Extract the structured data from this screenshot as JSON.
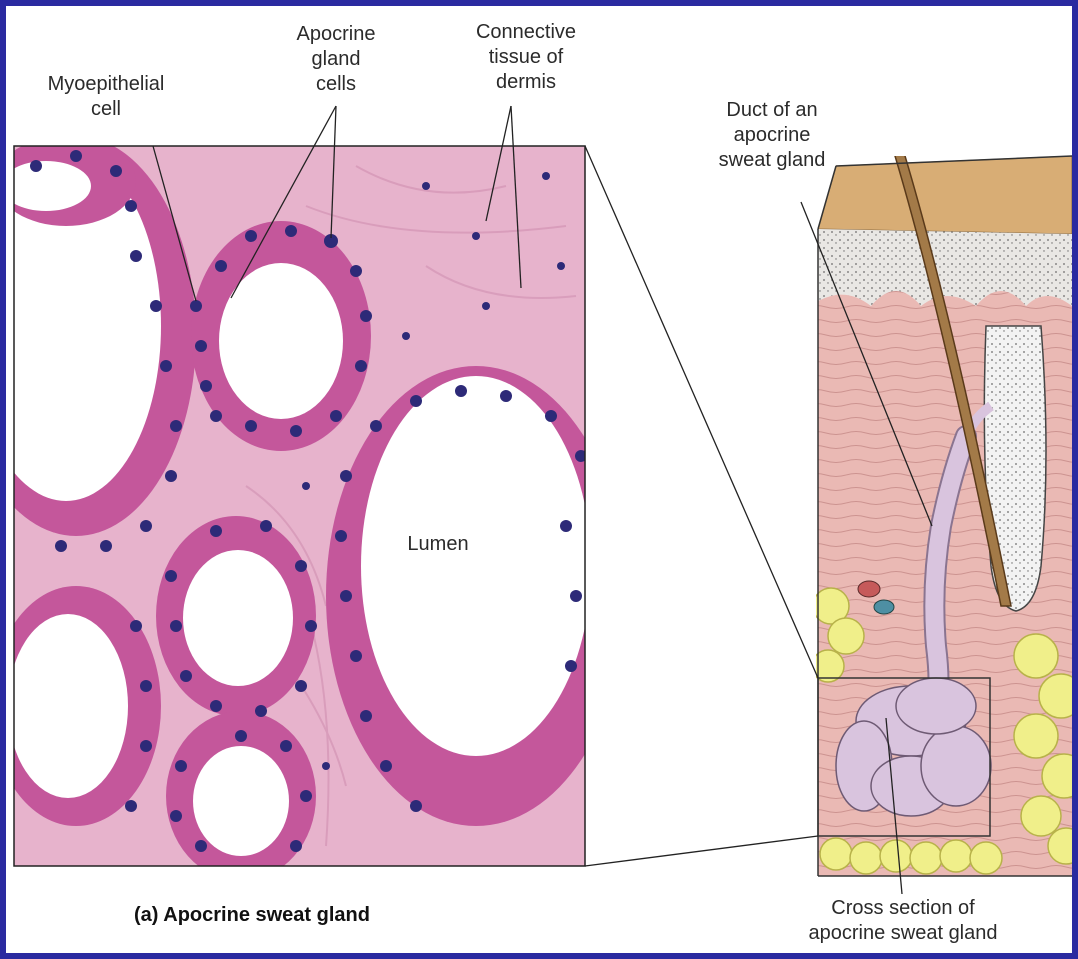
{
  "labels": {
    "myoepithelial": [
      "Myoepithelial",
      "cell"
    ],
    "apocrine_cells": [
      "Apocrine",
      "gland",
      "cells"
    ],
    "connective": [
      "Connective",
      "tissue of",
      "dermis"
    ],
    "duct": [
      "Duct of an",
      "apocrine",
      "sweat gland"
    ],
    "lumen": "Lumen",
    "cross_section": [
      "Cross section of",
      "apocrine sweat gland"
    ]
  },
  "caption": "(a) Apocrine sweat gland",
  "colors": {
    "frame": "#2a2aa0",
    "tissue_bg": "#e9b6cf",
    "epithelium": "#c0539a",
    "nuclei": "#2d2a78",
    "skin_top": "#d8ad75",
    "dermis": "#eab9b4",
    "fat": "#f0ef8a",
    "gland": "#d9c4de"
  }
}
